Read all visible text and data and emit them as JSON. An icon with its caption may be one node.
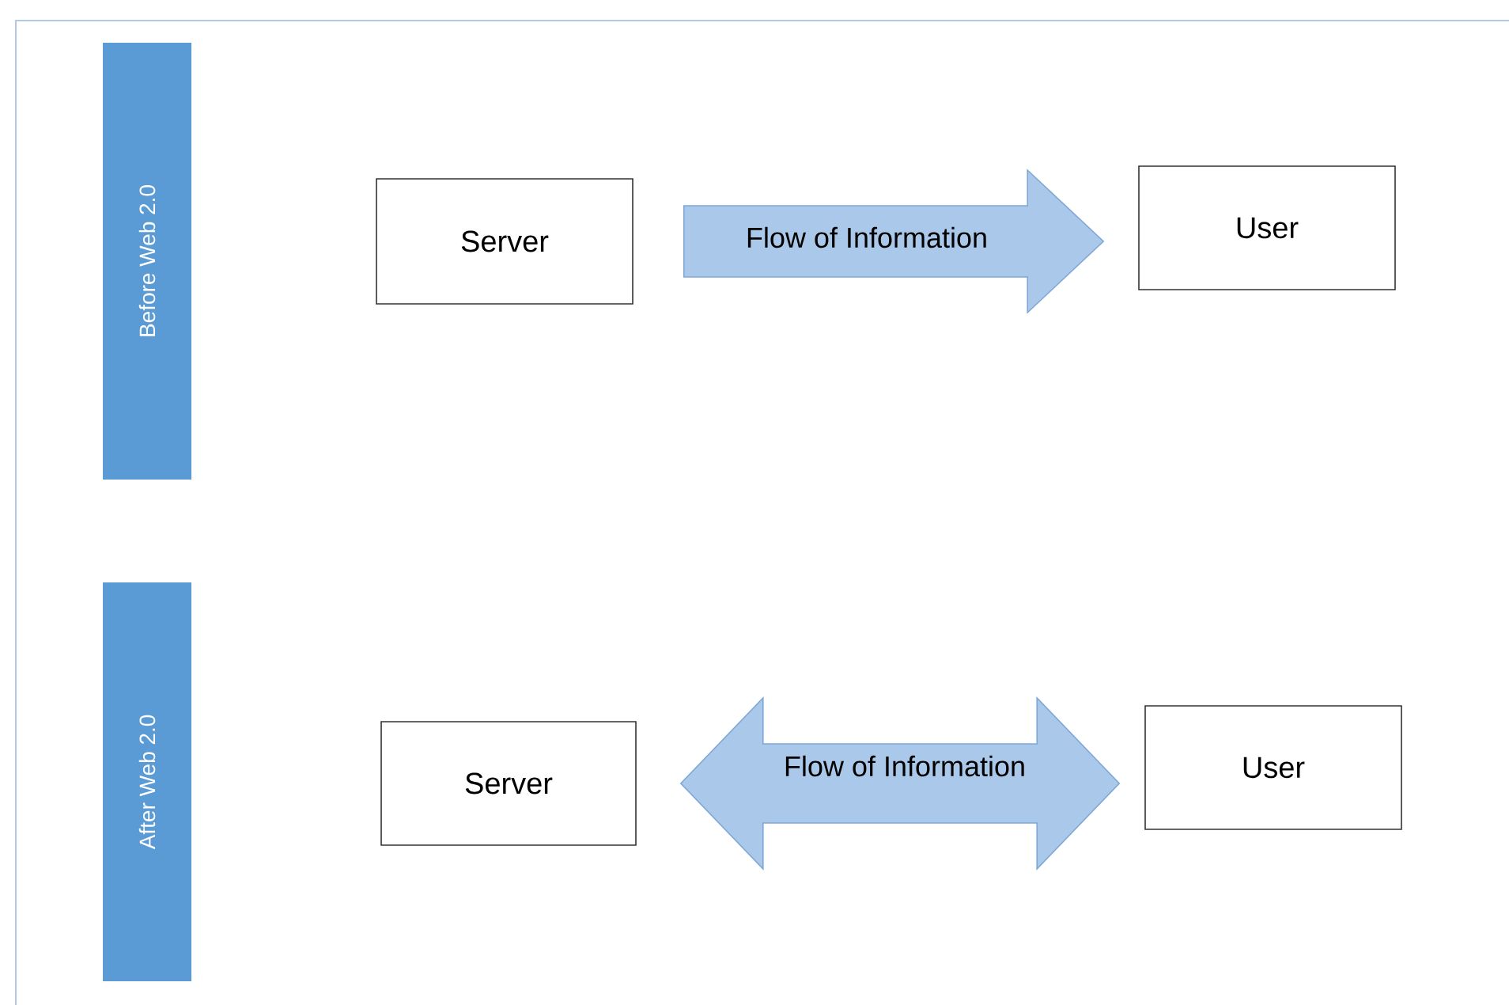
{
  "diagram": {
    "nodes": [
      {
        "text": [
          "Before Web 2.0"
        ]
      },
      {
        "text": [
          "Server"
        ]
      },
      {
        "text": [
          "User"
        ]
      },
      {
        "text": [
          "After Web 2.0"
        ]
      },
      {
        "text": [
          "Server"
        ]
      },
      {
        "text": [
          "User"
        ]
      }
    ],
    "edges": [
      {
        "from": 1,
        "to": 2,
        "arrow": "to",
        "label": "Flow of Information"
      },
      {
        "from": 4,
        "to": 5,
        "arrow": "both",
        "label": "Flow of Information"
      }
    ]
  }
}
